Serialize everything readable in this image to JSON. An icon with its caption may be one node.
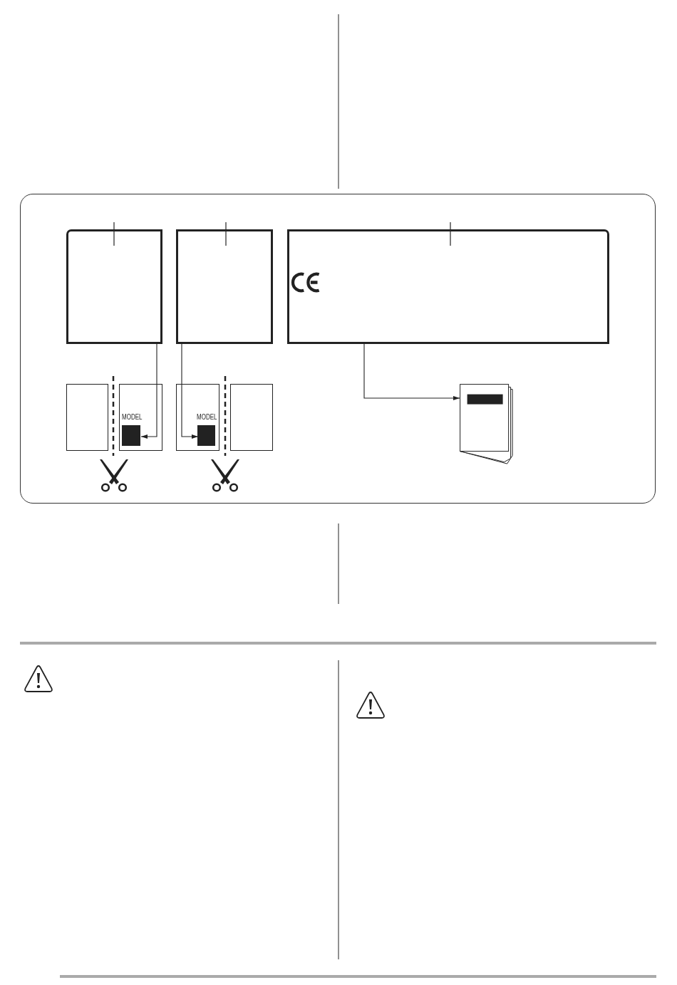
{
  "diagram": {
    "nodes": [
      {
        "text": [],
        "shape": "box"
      },
      {
        "text": [],
        "shape": "box",
        "in": 0
      },
      {
        "text": [],
        "shape": "box",
        "in": 0
      },
      {
        "text": [],
        "shape": "box",
        "in": 0
      },
      {
        "text": [],
        "shape": "box",
        "in": 0
      },
      {
        "text": [
          "MODEL"
        ],
        "in": 0
      },
      {
        "text": [],
        "shape": "box",
        "in": 5
      },
      {
        "text": [
          "MODEL"
        ],
        "in": 0
      },
      {
        "text": [],
        "shape": "box",
        "in": 7
      },
      {
        "text": [],
        "shape": "box",
        "in": 0
      },
      {
        "text": [],
        "shape": "picture",
        "in": 0
      }
    ],
    "edges": [
      {
        "from": 1,
        "to": 6,
        "arrow": "to"
      },
      {
        "from": 2,
        "to": 8,
        "arrow": "to"
      },
      {
        "from": 3,
        "to": 10,
        "arrow": "to"
      }
    ]
  }
}
